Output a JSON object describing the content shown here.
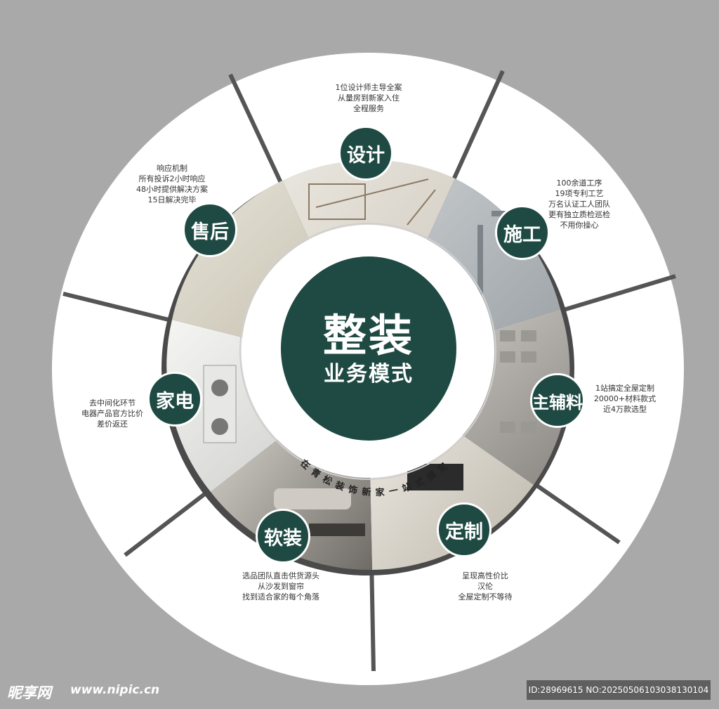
{
  "center": {
    "title": "整装",
    "subtitle": "业务模式",
    "slogan": "在青松装饰新家一站式搞定"
  },
  "segments": [
    {
      "name": "设计",
      "desc": "1位设计师主导全案\n从量房到新家入住\n全程服务",
      "icon": "blueprint-photo"
    },
    {
      "name": "施工",
      "desc": "100余道工序\n19项专利工艺\n万名认证工人团队\n更有独立质检巡检\n不用你操心",
      "icon": "construction-photo"
    },
    {
      "name": "主辅料",
      "desc": "1站搞定全屋定制\n20000+材料款式\n近4万款选型",
      "icon": "materials-photo"
    },
    {
      "name": "定制",
      "desc": "呈现高性价比\n汉伦\n全屋定制不等待",
      "icon": "tv-wall-photo"
    },
    {
      "name": "软装",
      "desc": "选品团队直击供货源头\n从沙发到窗帘\n找到适合家的每个角落",
      "icon": "sofa-photo"
    },
    {
      "name": "家电",
      "desc": "去中间化环节\n电器产品官方比价\n差价返还",
      "icon": "washing-machine-photo"
    },
    {
      "name": "售后",
      "desc": "响应机制\n所有投诉2小时响应\n48小时提供解决方案\n15日解决完毕",
      "icon": "ceiling-photo"
    }
  ],
  "colors": {
    "accent": "#1f4a43",
    "background": "#a9a9a9",
    "ring": "#ffffff"
  },
  "watermark": {
    "logo": "昵享网",
    "url": "www.nipic.cn",
    "id": "ID:28969615 NO:20250506103038130104"
  }
}
